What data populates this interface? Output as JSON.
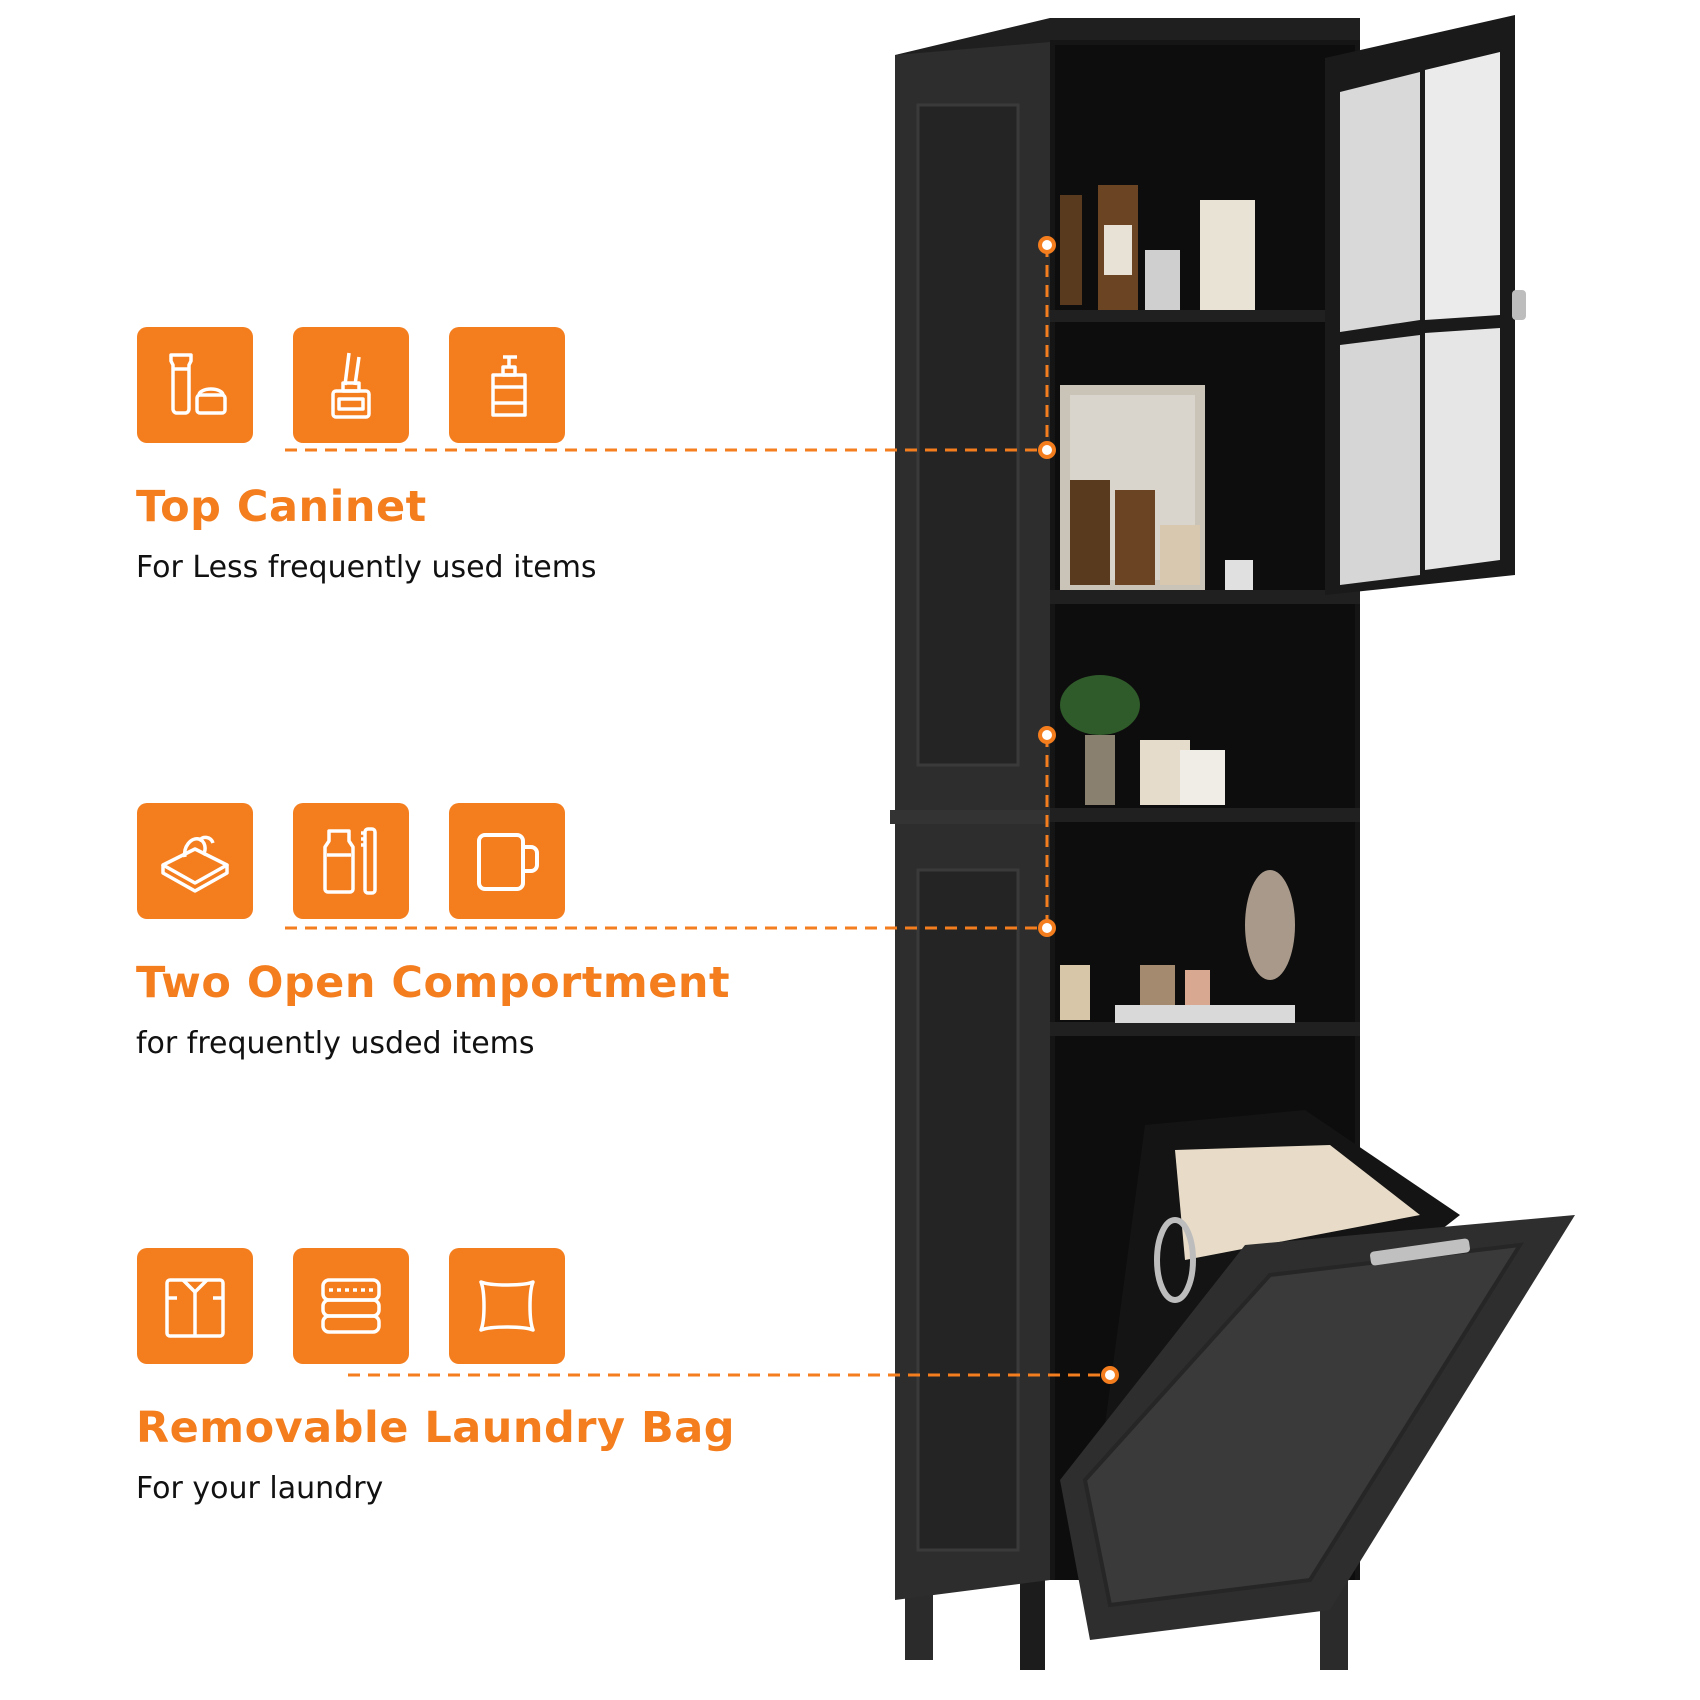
{
  "accent_color": "#f47d1e",
  "cabinet_color": "#262626",
  "sections": [
    {
      "title": "Top Caninet",
      "subtitle": "For Less frequently used items",
      "icons": [
        "lotion-tube-icon",
        "reed-diffuser-icon",
        "pump-bottle-icon"
      ]
    },
    {
      "title": "Two Open Comportment",
      "subtitle": "for frequently usded items",
      "icons": [
        "wet-wipes-icon",
        "toothpaste-toothbrush-icon",
        "mug-icon"
      ]
    },
    {
      "title": "Removable Laundry Bag",
      "subtitle": "For your laundry",
      "icons": [
        "shirt-icon",
        "folded-towel-icon",
        "pillow-icon"
      ]
    }
  ]
}
